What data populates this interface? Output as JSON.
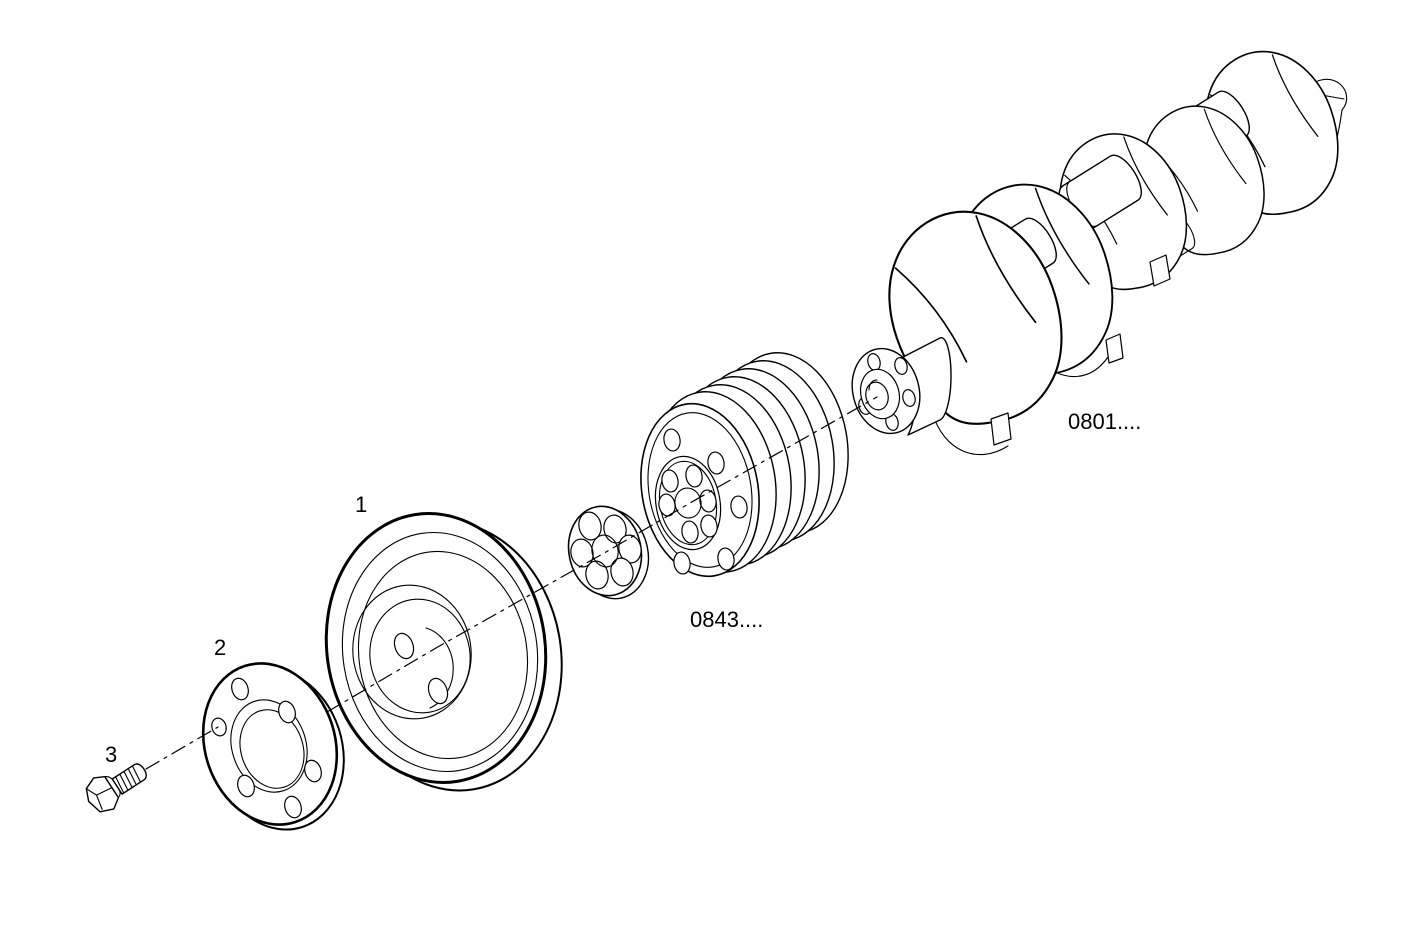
{
  "diagram": {
    "background_color": "#ffffff",
    "line_color": "#000000",
    "callouts": {
      "c1": "1",
      "c2": "2",
      "c3": "3"
    },
    "ref_codes": {
      "pulley_assembly": "0843....",
      "crankshaft": "0801...."
    }
  }
}
